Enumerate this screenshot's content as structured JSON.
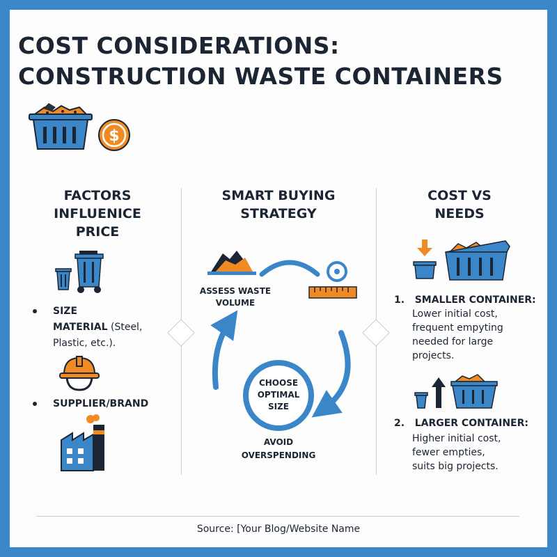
{
  "title": {
    "line1": "COST CONSIDERATIONS:",
    "line2": "CONSTRUCTION WASTE CONTAINERS"
  },
  "colors": {
    "frame": "#3a86c8",
    "accent_blue": "#3a86c8",
    "accent_orange": "#f08a24",
    "text": "#1c2533"
  },
  "left": {
    "heading": [
      "FACTORS",
      "INFLUENICE",
      "PRICE"
    ],
    "size_label": "SIZE",
    "material_label": "MATERIAL",
    "material_detail": " (Steel,",
    "material_detail2": "Plastic, etc.).",
    "supplier_label": "SUPPLIER/BRAND"
  },
  "middle": {
    "heading": [
      "SMART BUYING",
      "STRATEGY"
    ],
    "assess": [
      "ASSESS WASTE",
      "VOLUME"
    ],
    "choose": [
      "CHOOSE",
      "OPTIMAL",
      "SIZE"
    ],
    "avoid": [
      "AVOID",
      "OVERSPENDING"
    ]
  },
  "right": {
    "heading": [
      "COST VS",
      "NEEDS"
    ],
    "items": [
      {
        "num": "1.",
        "title": "SMALLER CONTAINER:",
        "lines": [
          "Lower initial cost,",
          "frequent empyting",
          "needed for large",
          "projects."
        ]
      },
      {
        "num": "2.",
        "title": "LARGER CONTAINER:",
        "lines": [
          "Higher initial cost,",
          "fewer empties,",
          "suits big projects."
        ]
      }
    ]
  },
  "footer": "Source: [Your Blog/Website Name"
}
